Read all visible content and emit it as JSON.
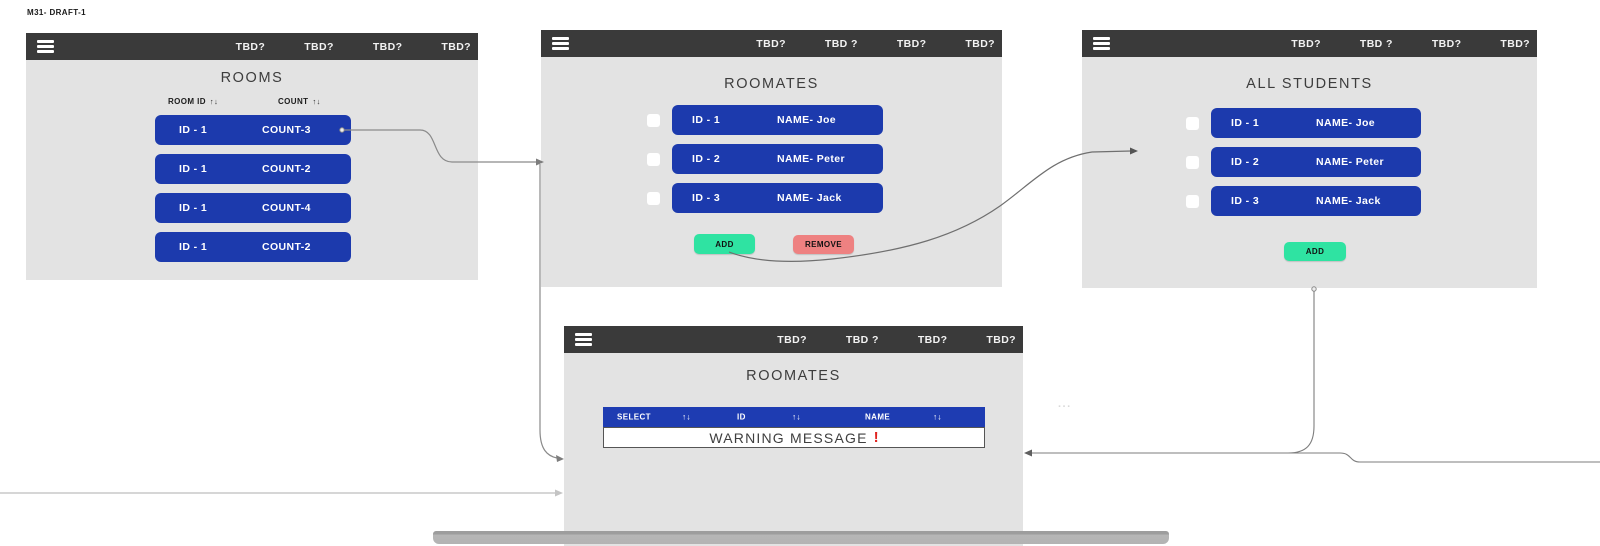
{
  "doc_label": "M31- DRAFT-1",
  "ellipsis": "...",
  "colors": {
    "row_blue": "#1c3aad",
    "table_header_blue": "#1e3cb2",
    "header_dark": "#3a3a3a",
    "panel_gray": "#e3e3e3",
    "add_green": "#2fe3a2",
    "remove_red": "#ee8181",
    "warning_red": "#e02420"
  },
  "rooms_panel": {
    "nav": [
      "TBD?",
      "TBD?",
      "TBD?",
      "TBD?"
    ],
    "title": "ROOMS",
    "columns": [
      {
        "label": "ROOM ID",
        "sort": "↑↓"
      },
      {
        "label": "COUNT",
        "sort": "↑↓"
      }
    ],
    "rows": [
      {
        "id": "ID - 1",
        "count": "COUNT-3"
      },
      {
        "id": "ID - 1",
        "count": "COUNT-2"
      },
      {
        "id": "ID - 1",
        "count": "COUNT-4"
      },
      {
        "id": "ID - 1",
        "count": "COUNT-2"
      }
    ]
  },
  "roomates_panel": {
    "nav": [
      "TBD?",
      "TBD ?",
      "TBD?",
      "TBD?"
    ],
    "title": "ROOMATES",
    "rows": [
      {
        "id": "ID - 1",
        "name": "NAME- Joe"
      },
      {
        "id": "ID - 2",
        "name": "NAME- Peter"
      },
      {
        "id": "ID - 3",
        "name": "NAME- Jack"
      }
    ],
    "add_label": "ADD",
    "remove_label": "REMOVE"
  },
  "students_panel": {
    "nav": [
      "TBD?",
      "TBD ?",
      "TBD?",
      "TBD?"
    ],
    "title": "ALL STUDENTS",
    "rows": [
      {
        "id": "ID - 1",
        "name": "NAME- Joe"
      },
      {
        "id": "ID - 2",
        "name": "NAME- Peter"
      },
      {
        "id": "ID - 3",
        "name": "NAME- Jack"
      }
    ],
    "add_label": "ADD"
  },
  "warning_panel": {
    "nav": [
      "TBD?",
      "TBD ?",
      "TBD?",
      "TBD?"
    ],
    "title": "ROOMATES",
    "table_columns": [
      {
        "label": "SELECT",
        "sort": "↑↓"
      },
      {
        "label": "ID",
        "sort": "↑↓"
      },
      {
        "label": "NAME",
        "sort": "↑↓"
      }
    ],
    "warning_text": "WARNING MESSAGE",
    "warning_mark": "!"
  }
}
